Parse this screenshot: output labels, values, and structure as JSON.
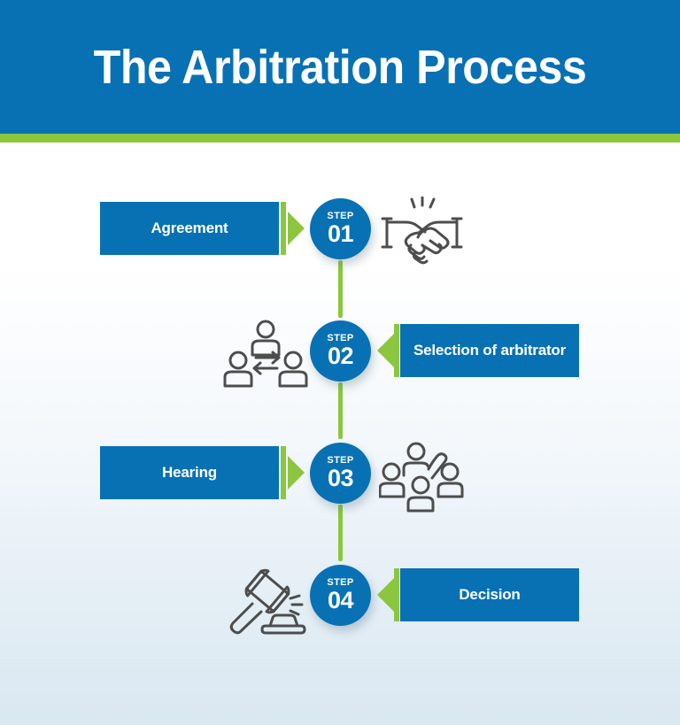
{
  "header": {
    "title": "The Arbitration Process",
    "band_color": "#0871b4",
    "accent_color": "#8cc63e"
  },
  "theme": {
    "blue": "#0871b4",
    "green": "#8cc63e",
    "icon_stroke": "#4d4d4d",
    "text_on_blue": "#ffffff",
    "background_top": "#ffffff",
    "background_bottom": "#d9e7f1"
  },
  "steps": [
    {
      "step_word": "STEP",
      "number": "01",
      "label": "Agreement",
      "label_side": "left",
      "icon_side": "right",
      "icon": "handshake-icon",
      "arrow_direction": "right"
    },
    {
      "step_word": "STEP",
      "number": "02",
      "label": "Selection of arbitrator",
      "label_side": "right",
      "icon_side": "left",
      "icon": "people-exchange-icon",
      "arrow_direction": "left"
    },
    {
      "step_word": "STEP",
      "number": "03",
      "label": "Hearing",
      "label_side": "left",
      "icon_side": "right",
      "icon": "crowd-icon",
      "arrow_direction": "right"
    },
    {
      "step_word": "STEP",
      "number": "04",
      "label": "Decision",
      "label_side": "right",
      "icon_side": "left",
      "icon": "gavel-icon",
      "arrow_direction": "left"
    }
  ]
}
